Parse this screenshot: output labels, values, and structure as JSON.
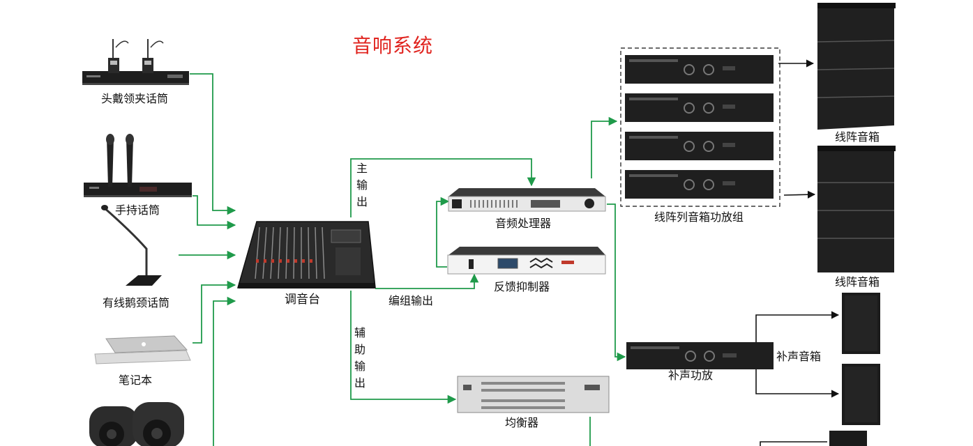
{
  "title": "音响系统",
  "colors": {
    "title": "#e0231e",
    "green_line": "#1f9a4a",
    "black_line": "#111111",
    "device_dark": "#1c1c1c",
    "device_silver": "#e4e4e4"
  },
  "inputs": {
    "headset_mic": "头戴领夹话筒",
    "handheld_mic": "手持话筒",
    "gooseneck_mic": "有线鹅颈话筒",
    "laptop": "笔记本"
  },
  "mixer": "调音台",
  "outputs": {
    "main": "主输出",
    "group": "编组输出",
    "aux": "辅助输出"
  },
  "processors": {
    "audio_processor": "音频处理器",
    "feedback_suppressor": "反馈抑制器",
    "equalizer": "均衡器"
  },
  "amplifiers": {
    "line_array_amp_group": "线阵列音箱功放组",
    "fill_amp": "补声功放"
  },
  "speakers": {
    "line_array_1": "线阵音箱",
    "line_array_2": "线阵音箱",
    "fill_speaker": "补声音箱"
  }
}
